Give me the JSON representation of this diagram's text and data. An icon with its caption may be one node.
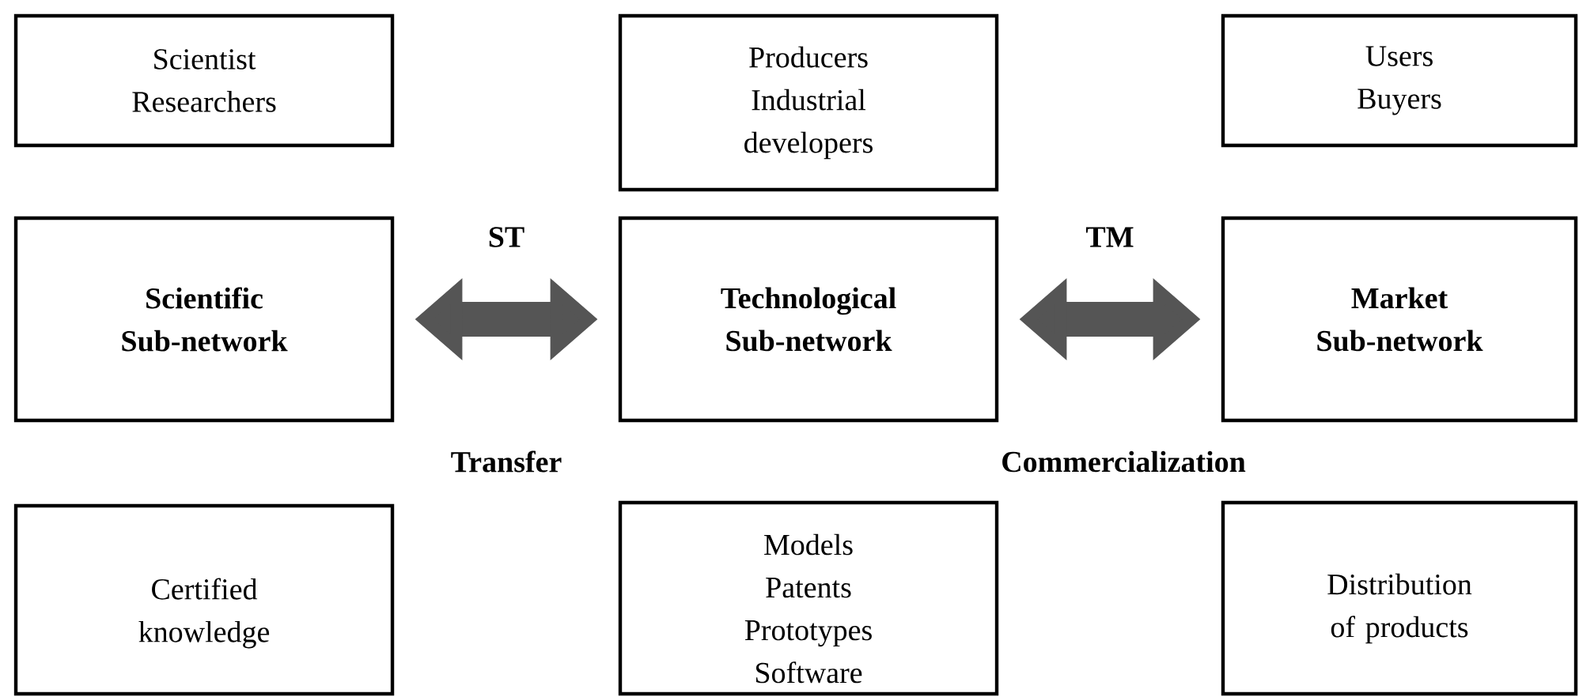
{
  "diagram": {
    "nodes": [
      {
        "text": [
          "Scientist",
          "Researchers"
        ]
      },
      {
        "text": [
          "Producers",
          "Industrial developers"
        ]
      },
      {
        "text": [
          "Users",
          "Buyers"
        ]
      },
      {
        "text": [
          "Scientific Sub-network"
        ]
      },
      {
        "text": [
          "Technological Sub-network"
        ]
      },
      {
        "text": [
          "Market Sub-network"
        ]
      },
      {
        "text": [
          "Certified knowledge"
        ]
      },
      {
        "text": [
          "Models",
          "Patents",
          "Prototypes",
          "Software"
        ]
      },
      {
        "text": [
          "Distribution of products"
        ]
      }
    ],
    "edges": [
      {
        "from": 3,
        "to": 4,
        "arrow": "both",
        "label": "ST"
      },
      {
        "from": 4,
        "to": 5,
        "arrow": "both",
        "label": "TM"
      }
    ],
    "labels": [
      "Transfer",
      "Commercialization"
    ]
  }
}
